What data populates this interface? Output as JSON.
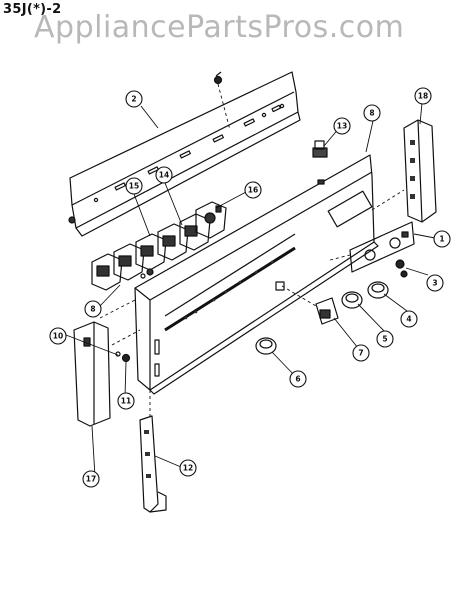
{
  "model_label": "35J(*)-2",
  "watermark": "AppliancePartsPros.com",
  "callouts": [
    {
      "id": "c1",
      "label": "1"
    },
    {
      "id": "c2",
      "label": "2"
    },
    {
      "id": "c3",
      "label": "3"
    },
    {
      "id": "c4",
      "label": "4"
    },
    {
      "id": "c5",
      "label": "5"
    },
    {
      "id": "c6",
      "label": "6"
    },
    {
      "id": "c7",
      "label": "7"
    },
    {
      "id": "c8a",
      "label": "8"
    },
    {
      "id": "c8b",
      "label": "8"
    },
    {
      "id": "c10",
      "label": "10"
    },
    {
      "id": "c11",
      "label": "11"
    },
    {
      "id": "c12",
      "label": "12"
    },
    {
      "id": "c13",
      "label": "13"
    },
    {
      "id": "c14",
      "label": "14"
    },
    {
      "id": "c15",
      "label": "15"
    },
    {
      "id": "c16",
      "label": "16"
    },
    {
      "id": "c17",
      "label": "17"
    },
    {
      "id": "c18",
      "label": "18"
    }
  ]
}
